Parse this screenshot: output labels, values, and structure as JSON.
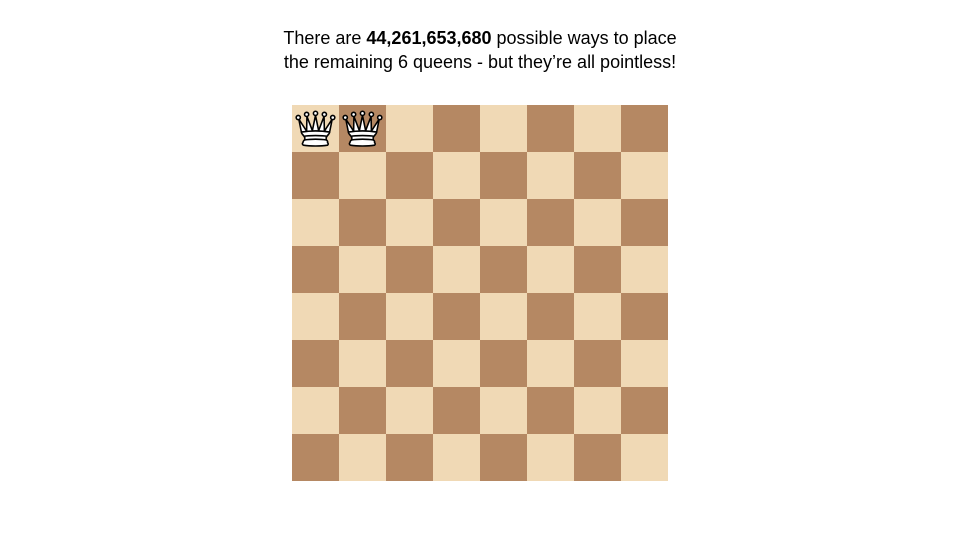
{
  "caption": {
    "prefix": "There are ",
    "count": "44,261,653,680",
    "suffix": " possible ways to place",
    "line2": "the remaining 6 queens - but they’re all pointless!"
  },
  "board": {
    "rows": 8,
    "cols": 8,
    "light_color": "#f0d9b5",
    "dark_color": "#b58863",
    "pieces": [
      {
        "piece": "white-queen",
        "row": 0,
        "col": 0
      },
      {
        "piece": "white-queen",
        "row": 0,
        "col": 1
      }
    ]
  }
}
